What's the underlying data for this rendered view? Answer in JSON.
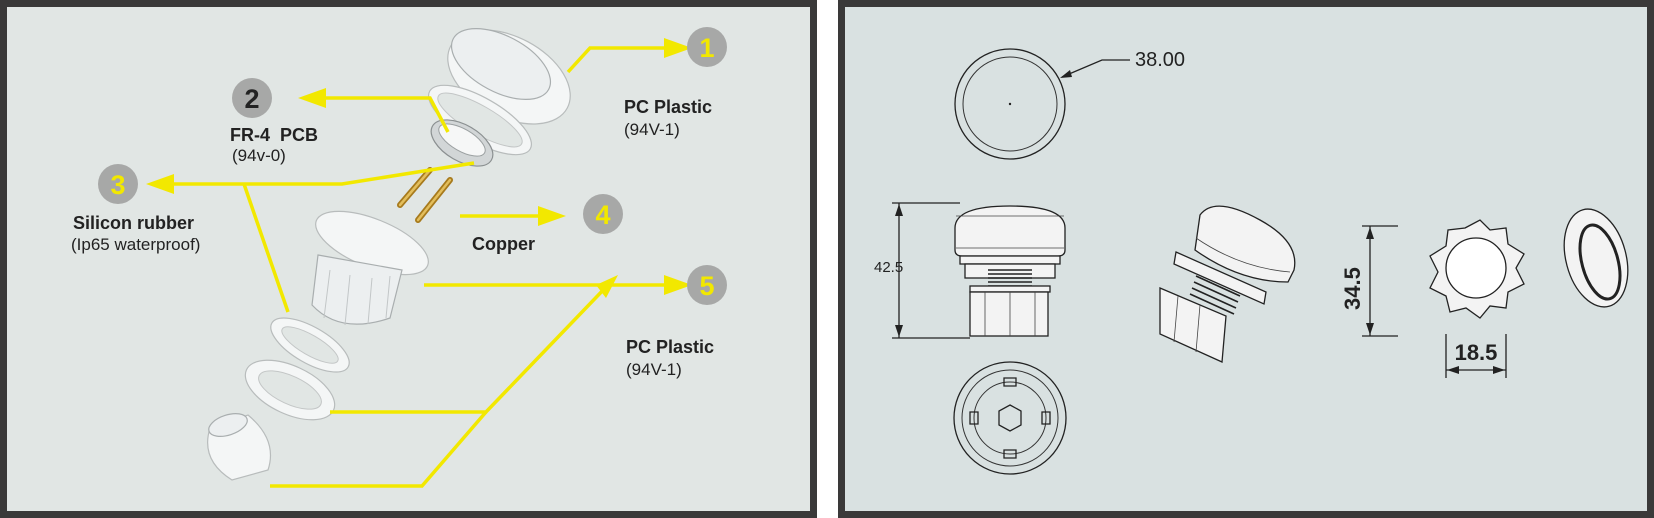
{
  "exploded_view": {
    "callouts": [
      {
        "number": "1",
        "label": "PC Plastic",
        "sub": "(94V-1)"
      },
      {
        "number": "2",
        "label": "FR-4  PCB",
        "sub": "(94v-0)"
      },
      {
        "number": "3",
        "label": "Silicon rubber",
        "sub": "(Ip65 waterproof)"
      },
      {
        "number": "4",
        "label": "Copper",
        "sub": ""
      },
      {
        "number": "5",
        "label": "PC Plastic",
        "sub": "(94V-1)"
      }
    ],
    "colors": {
      "arrow": "#f2e800",
      "circle": "#a7a8a7",
      "frame": "#3a3939",
      "background": "#e1e6e4"
    }
  },
  "drawing": {
    "dimensions": {
      "diameter": "38.00",
      "height": "42.5",
      "thread_outer": "34.5",
      "thread_inner": "18.5"
    },
    "colors": {
      "background": "#d9e1e1",
      "line": "#222222"
    }
  }
}
